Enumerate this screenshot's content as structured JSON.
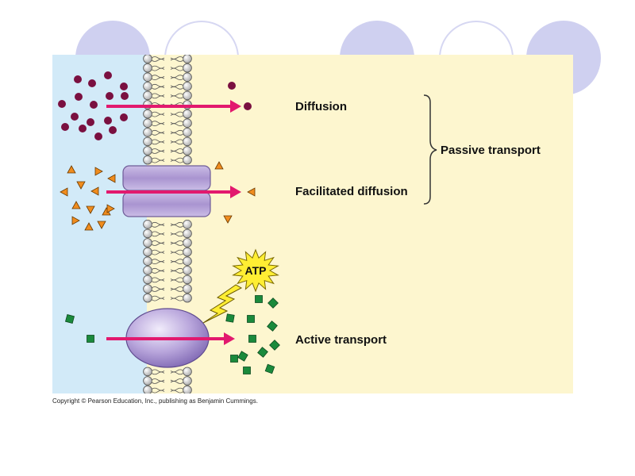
{
  "labels": {
    "diffusion": "Diffusion",
    "facilitated_diffusion": "Facilitated diffusion",
    "passive_transport": "Passive transport",
    "active_transport": "Active transport",
    "atp": "ATP"
  },
  "copyright": "Copyright © Pearson Education, Inc., publishing as Benjamin Cummings.",
  "colors": {
    "outside": "#d2eaf8",
    "inside": "#fdf6cf",
    "arrow": "#e2196e",
    "solute_diffusion": "#7a1040",
    "solute_facilitated": "#f08c1e",
    "solute_active": "#1a8a3c",
    "protein": "#b8a8d8",
    "atp_burst": "#ffee33",
    "decor_circle": "#cfd0f0"
  },
  "icons": [
    "phospholipid-bilayer",
    "channel-protein",
    "carrier-protein",
    "atp-burst",
    "lightning-bolt",
    "bracket"
  ]
}
